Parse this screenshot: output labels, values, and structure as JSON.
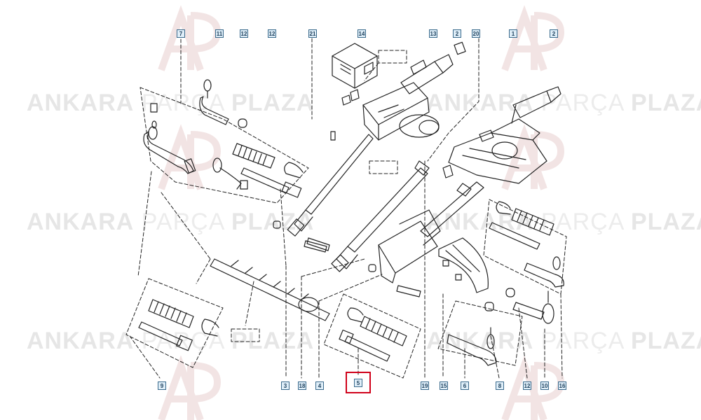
{
  "watermark": {
    "word1": "ANKARA",
    "word2": "PARÇA",
    "word3": "PLAZA",
    "logo_letters": "AP",
    "color": "#e6e6e6"
  },
  "callouts": {
    "c7": "7",
    "c11a": "11",
    "c12a": "12",
    "c12b": "12",
    "c21": "21",
    "c14": "14",
    "c13": "13",
    "c2a": "2",
    "c20": "20",
    "c1": "1",
    "c2b": "2",
    "c9": "9",
    "c3": "3",
    "c18": "18",
    "c4": "4",
    "c5": "5",
    "c19": "19",
    "c15": "15",
    "c6": "6",
    "c8": "8",
    "c12c": "12",
    "c10": "10",
    "c16": "16"
  },
  "highlight": {
    "target": "5",
    "color": "#d0021b"
  },
  "colors": {
    "line": "#222222",
    "callout_fill": "#dfeef8",
    "callout_border": "#3a6a8c"
  }
}
